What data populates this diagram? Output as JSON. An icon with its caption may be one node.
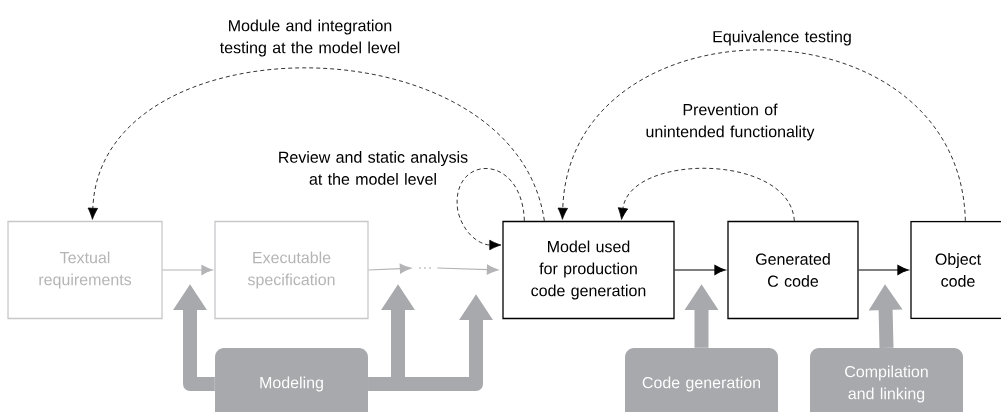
{
  "diagram": {
    "nodes": [
      {
        "text": [
          "Textual requirements"
        ]
      },
      {
        "text": [
          "Executable specification"
        ]
      },
      {
        "text": [
          "…"
        ]
      },
      {
        "text": [
          "Model used for production code generation"
        ]
      },
      {
        "text": [
          "Generated C code"
        ]
      },
      {
        "text": [
          "Object code"
        ]
      },
      {
        "text": [
          "Modeling"
        ]
      },
      {
        "text": [
          "Code generation"
        ]
      },
      {
        "text": [
          "Compilation and linking"
        ]
      }
    ],
    "edges": [
      {
        "from": 3,
        "to": 0,
        "arrow": "to",
        "style": "dashed",
        "label": "Module and integration testing at the model level"
      },
      {
        "from": 3,
        "to": 3,
        "arrow": "to",
        "style": "dashed",
        "label": "Review and static analysis at the model level"
      },
      {
        "from": 5,
        "to": 3,
        "arrow": "to",
        "style": "dashed",
        "label": "Equivalence testing"
      },
      {
        "from": 4,
        "to": 3,
        "arrow": "to",
        "style": "dashed",
        "label": "Prevention of unintended functionality"
      },
      {
        "from": 0,
        "to": 1,
        "arrow": "to",
        "color": "#b4b4b6"
      },
      {
        "from": 1,
        "to": 2,
        "arrow": "to",
        "color": "#b4b4b6"
      },
      {
        "from": 2,
        "to": 3,
        "arrow": "to",
        "color": "#b4b4b6"
      },
      {
        "from": 3,
        "to": 4,
        "arrow": "to",
        "color": "#000000"
      },
      {
        "from": 4,
        "to": 5,
        "arrow": "to",
        "color": "#000000"
      },
      {
        "from": 6,
        "to": null,
        "arrow": "to",
        "style": "thick",
        "color": "#a7a9ac"
      },
      {
        "from": 6,
        "to": null,
        "arrow": "to",
        "style": "thick",
        "color": "#a7a9ac"
      },
      {
        "from": 6,
        "to": null,
        "arrow": "to",
        "style": "thick",
        "color": "#a7a9ac"
      },
      {
        "from": 7,
        "to": null,
        "arrow": "to",
        "style": "thick",
        "color": "#a7a9ac"
      },
      {
        "from": 8,
        "to": null,
        "arrow": "to",
        "style": "thick",
        "color": "#a7a9ac"
      }
    ]
  }
}
